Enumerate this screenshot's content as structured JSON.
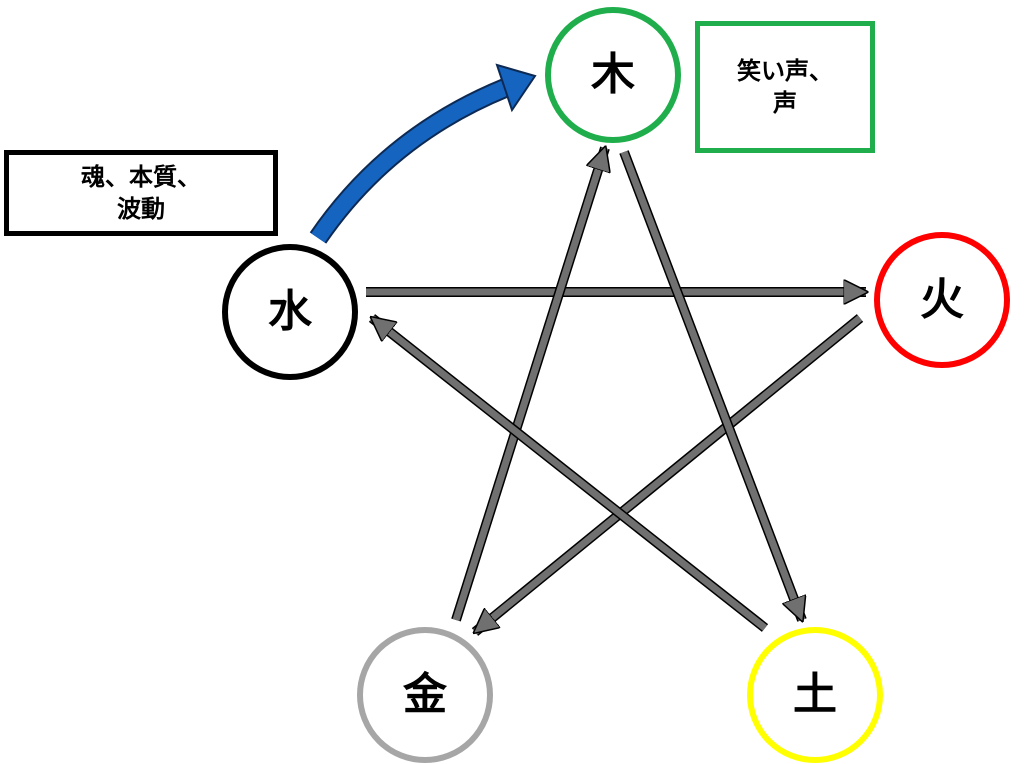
{
  "elements": [
    {
      "id": "wood",
      "label": "木",
      "color": "#1fae4b"
    },
    {
      "id": "fire",
      "label": "火",
      "color": "#ff0000"
    },
    {
      "id": "earth",
      "label": "土",
      "color": "#ffff00"
    },
    {
      "id": "metal",
      "label": "金",
      "color": "#a6a6a6"
    },
    {
      "id": "water",
      "label": "水",
      "color": "#000000"
    }
  ],
  "notes": {
    "water": "魂、本質、\n波動",
    "wood": "笑い声、\n声"
  },
  "arrows": [
    {
      "from": "water",
      "to": "wood",
      "color": "#1565c0"
    },
    {
      "from": "water",
      "to": "fire",
      "color": "#707070"
    },
    {
      "from": "fire",
      "to": "metal",
      "color": "#707070"
    },
    {
      "from": "metal",
      "to": "wood",
      "color": "#707070"
    },
    {
      "from": "wood",
      "to": "earth",
      "color": "#707070"
    },
    {
      "from": "earth",
      "to": "water",
      "color": "#707070"
    }
  ]
}
